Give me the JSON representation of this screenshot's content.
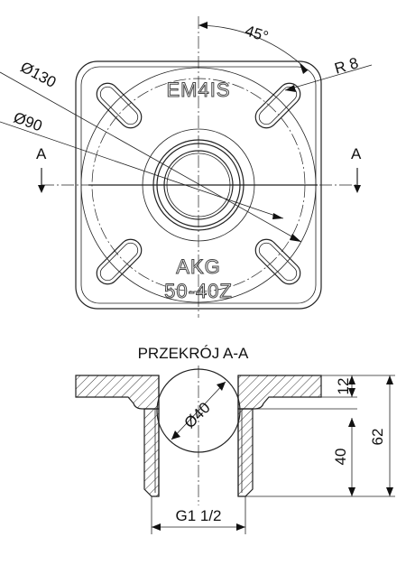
{
  "drawing": {
    "emboss_top": "EM4IS",
    "emboss_bottom_1": "AKG",
    "emboss_bottom_2": "50-40Z",
    "dims_plan": {
      "angle": "45°",
      "radius": "R 8",
      "outer_diameter": "Ø130",
      "bolt_circle": "Ø90",
      "section_left": "A",
      "section_right": "A"
    },
    "section": {
      "title": "PRZEKRÓJ A-A",
      "bore": "Ø40",
      "flange_thickness": "12",
      "socket_depth": "40",
      "total_height": "62",
      "thread": "G1 1/2"
    }
  }
}
